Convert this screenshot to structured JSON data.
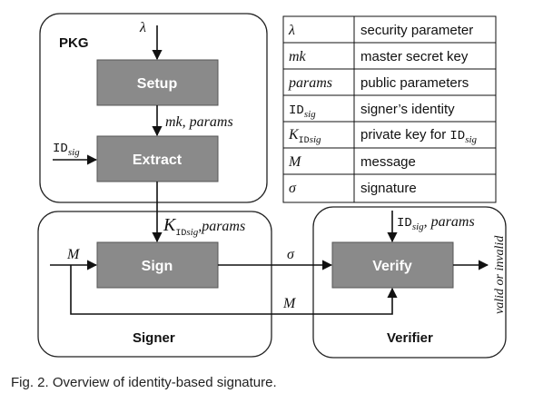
{
  "regions": {
    "pkg": "PKG",
    "signer": "Signer",
    "verifier": "Verifier"
  },
  "boxes": {
    "setup": "Setup",
    "extract": "Extract",
    "sign": "Sign",
    "verify": "Verify"
  },
  "arrow_labels": {
    "lambda": "λ",
    "mk_params": "mk, params",
    "id_main": "ID",
    "id_sub": "sig",
    "k_main": "K",
    "k_sub_id": "ID",
    "k_sub_sig": "sig",
    "k_params": ",params",
    "m_input": "M",
    "sigma": "σ",
    "m_bottom": "M",
    "verify_id_main": "ID",
    "verify_id_sub": "sig",
    "verify_params": ", params",
    "output": "valid or invalid"
  },
  "legend": {
    "rows": [
      {
        "symbol": "λ",
        "desc": "security parameter"
      },
      {
        "symbol": "mk",
        "desc": "master secret key"
      },
      {
        "symbol": "params",
        "desc": "public parameters"
      },
      {
        "symbol_main": "ID",
        "symbol_sub": "sig",
        "desc": "signer’s identity"
      },
      {
        "symbol_main": "K",
        "symbol_sub_id": "ID",
        "symbol_sub_sig": "sig",
        "desc_pre": "private key for ",
        "desc_main": "ID",
        "desc_sub": "sig"
      },
      {
        "symbol": "M",
        "desc": "message"
      },
      {
        "symbol": "σ",
        "desc": "signature"
      }
    ]
  },
  "caption": "Fig. 2. Overview of identity-based signature.",
  "colors": {
    "box_fill": "#8a8a8a",
    "line": "#111111",
    "region_stroke": "#222222"
  }
}
